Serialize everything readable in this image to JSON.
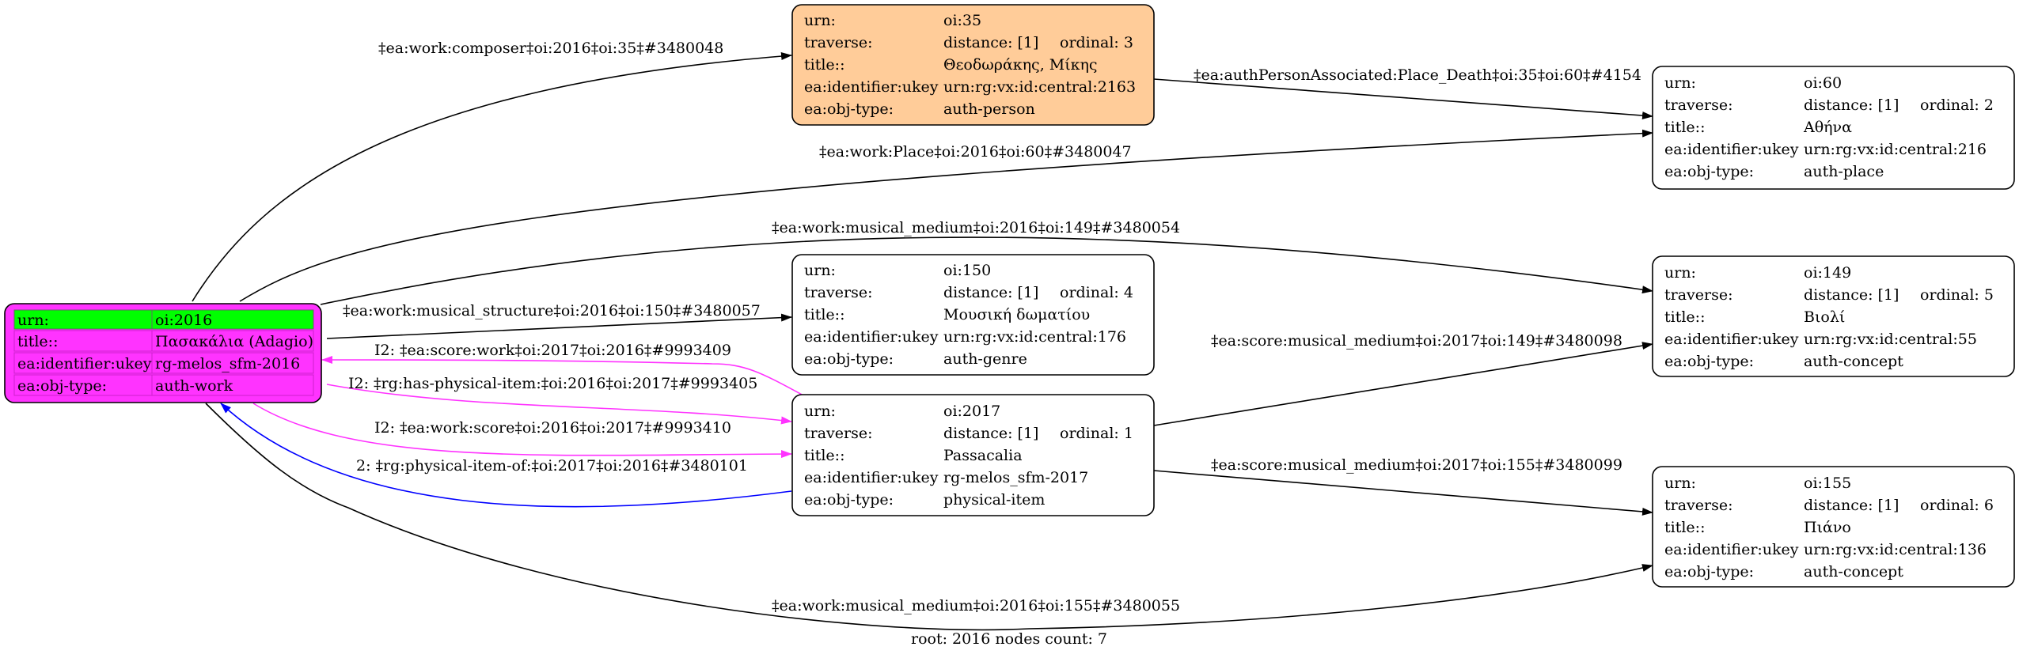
{
  "colors": {
    "root_fill": "#ff33ff",
    "root_key_fill": "#00ff00",
    "person_fill": "#ffcc99",
    "default_fill": "#ffffff",
    "stroke": "#000000",
    "edge_black": "#000000",
    "edge_magenta": "#ff33ff",
    "edge_blue": "#0000ff"
  },
  "nodes": {
    "root": {
      "rows": [
        {
          "key": "urn:",
          "value": "oi:2016"
        },
        {
          "key": "title::",
          "value": "Πασακάλια (Adagio)"
        },
        {
          "key": "ea:identifier:ukey",
          "value": "rg-melos_sfm-2016"
        },
        {
          "key": "ea:obj-type:",
          "value": "auth-work"
        }
      ]
    },
    "n35": {
      "urn": "oi:35",
      "distance": "distance: [1]",
      "ordinal": "ordinal: 3",
      "title": "Θεοδωράκης, Μίκης",
      "ukey": "urn:rg:vx:id:central:2163",
      "type": "auth-person"
    },
    "n60": {
      "urn": "oi:60",
      "distance": "distance: [1]",
      "ordinal": "ordinal: 2",
      "title": "Αθήνα",
      "ukey": "urn:rg:vx:id:central:216",
      "type": "auth-place"
    },
    "n150": {
      "urn": "oi:150",
      "distance": "distance: [1]",
      "ordinal": "ordinal: 4",
      "title": "Μουσική δωματίου",
      "ukey": "urn:rg:vx:id:central:176",
      "type": "auth-genre"
    },
    "n149": {
      "urn": "oi:149",
      "distance": "distance: [1]",
      "ordinal": "ordinal: 5",
      "title": "Βιολί",
      "ukey": "urn:rg:vx:id:central:55",
      "type": "auth-concept"
    },
    "n2017": {
      "urn": "oi:2017",
      "distance": "distance: [1]",
      "ordinal": "ordinal: 1",
      "title": "Passacalia",
      "ukey": "rg-melos_sfm-2017",
      "type": "physical-item"
    },
    "n155": {
      "urn": "oi:155",
      "distance": "distance: [1]",
      "ordinal": "ordinal: 6",
      "title": "Πιάνο",
      "ukey": "urn:rg:vx:id:central:136",
      "type": "auth-concept"
    }
  },
  "labels": {
    "urn": "urn:",
    "traverse": "traverse:",
    "title": "title::",
    "ukey": "ea:identifier:ukey",
    "type": "ea:obj-type:"
  },
  "edges": {
    "composer": "‡ea:work:composer‡oi:2016‡oi:35‡#3480048",
    "place_death": "‡ea:authPersonAssociated:Place_Death‡oi:35‡oi:60‡#4154",
    "place": "‡ea:work:Place‡oi:2016‡oi:60‡#3480047",
    "medium149": "‡ea:work:musical_medium‡oi:2016‡oi:149‡#3480054",
    "structure": "‡ea:work:musical_structure‡oi:2016‡oi:150‡#3480057",
    "score_work": "I2: ‡ea:score:work‡oi:2017‡oi:2016‡#9993409",
    "has_physical": "I2: ‡rg:has-physical-item:‡oi:2016‡oi:2017‡#9993405",
    "work_score": "I2: ‡ea:work:score‡oi:2016‡oi:2017‡#9993410",
    "physical_of": "2: ‡rg:physical-item-of:‡oi:2017‡oi:2016‡#3480101",
    "score_medium149": "‡ea:score:musical_medium‡oi:2017‡oi:149‡#3480098",
    "score_medium155": "‡ea:score:musical_medium‡oi:2017‡oi:155‡#3480099",
    "medium155": "‡ea:work:musical_medium‡oi:2016‡oi:155‡#3480055"
  },
  "footer": "root: 2016 nodes count: 7"
}
